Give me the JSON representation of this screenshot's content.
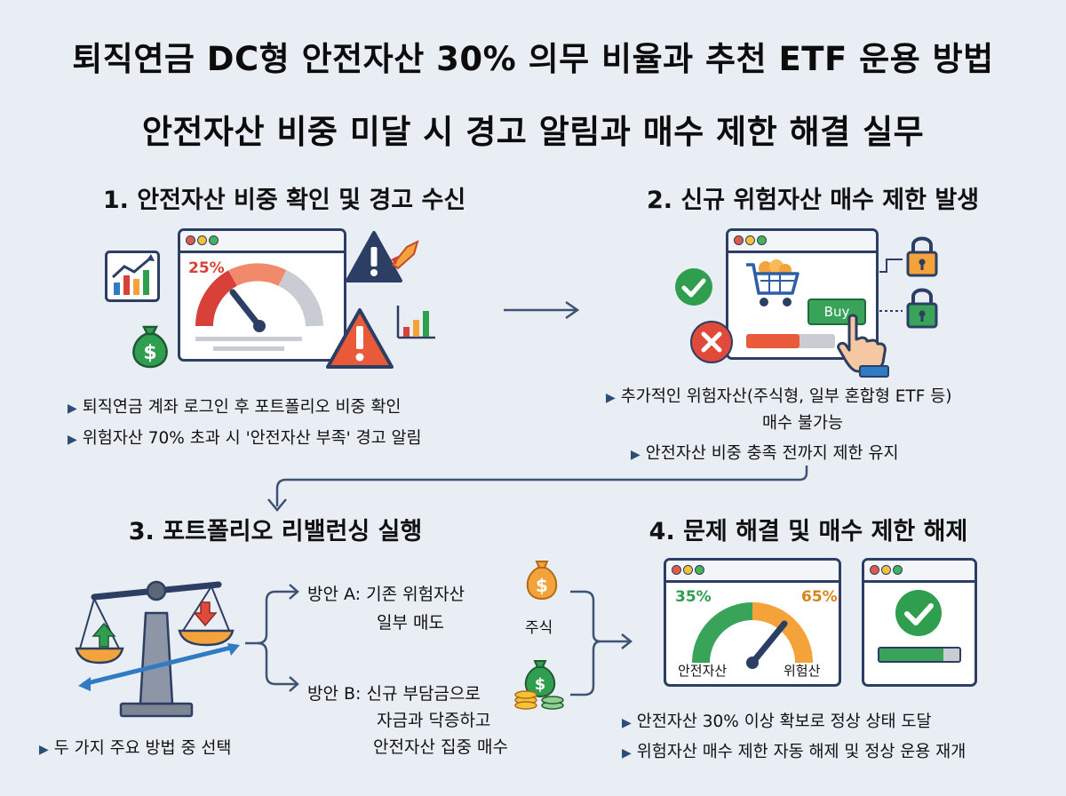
{
  "title_main": "퇴직연금 DC형 안전자산 30% 의무 비율과 추천 ETF 운용 방법",
  "title_sub": "안전자산 비중 미달 시 경고 알림과 매수 제한 해결 실무",
  "step1": {
    "title": "1. 안전자산 비중 확인 및 경고 수신",
    "gauge_label": "25%",
    "bullets": [
      "퇴직연금 계좌 로그인 후 포트폴리오 비중 확인",
      "위험자산 70% 초과 시 '안전자산 부족' 경고 알림"
    ]
  },
  "step2": {
    "title": "2. 신규 위험자산 매수 제한 발생",
    "buy_button": "Buy",
    "bullet1_line1": "추가적인 위험자산(주식형, 일부 혼합형 ETF 등)",
    "bullet1_line2": "매수 불가능",
    "bullet2": "안전자산 비중 충족 전까지 제한 유지"
  },
  "step3": {
    "title": "3. 포트폴리오 리밸런싱 실행",
    "option_a_line1": "방안 A: 기존 위험자산",
    "option_a_line2": "일부 매도",
    "stock_label": "주식",
    "option_b_line1": "방안 B: 신규 부담금으로",
    "option_b_line2": "자금과 닥증하고",
    "option_b_line3": "안전자산 집중 매수",
    "bullet": "두 가지 주요 방법 중 선택"
  },
  "step4": {
    "title": "4. 문제 해결 및 매수 제한 해제",
    "safe_pct": "35%",
    "risk_pct": "65%",
    "safe_label": "안전자산",
    "risk_label": "위험산",
    "bullets": [
      "안전자산 30% 이상 확보로 정상 상태 도달",
      "위험자산 매수 제한 자동 해제 및 정상 운용 재개"
    ]
  },
  "colors": {
    "navy": "#2c3e63",
    "red": "#d8413a",
    "orange": "#f4a33a",
    "green": "#2f9e4f",
    "blue": "#2f7bc4",
    "background": "#e9eef4"
  },
  "icons": [
    "bar-chart-icon",
    "money-bag-icon",
    "warning-icon",
    "rocket-icon",
    "check-icon",
    "x-icon",
    "shopping-cart-icon",
    "pointing-hand-icon",
    "lock-icon",
    "balance-scale-icon",
    "arrow-up-icon",
    "arrow-down-icon"
  ]
}
